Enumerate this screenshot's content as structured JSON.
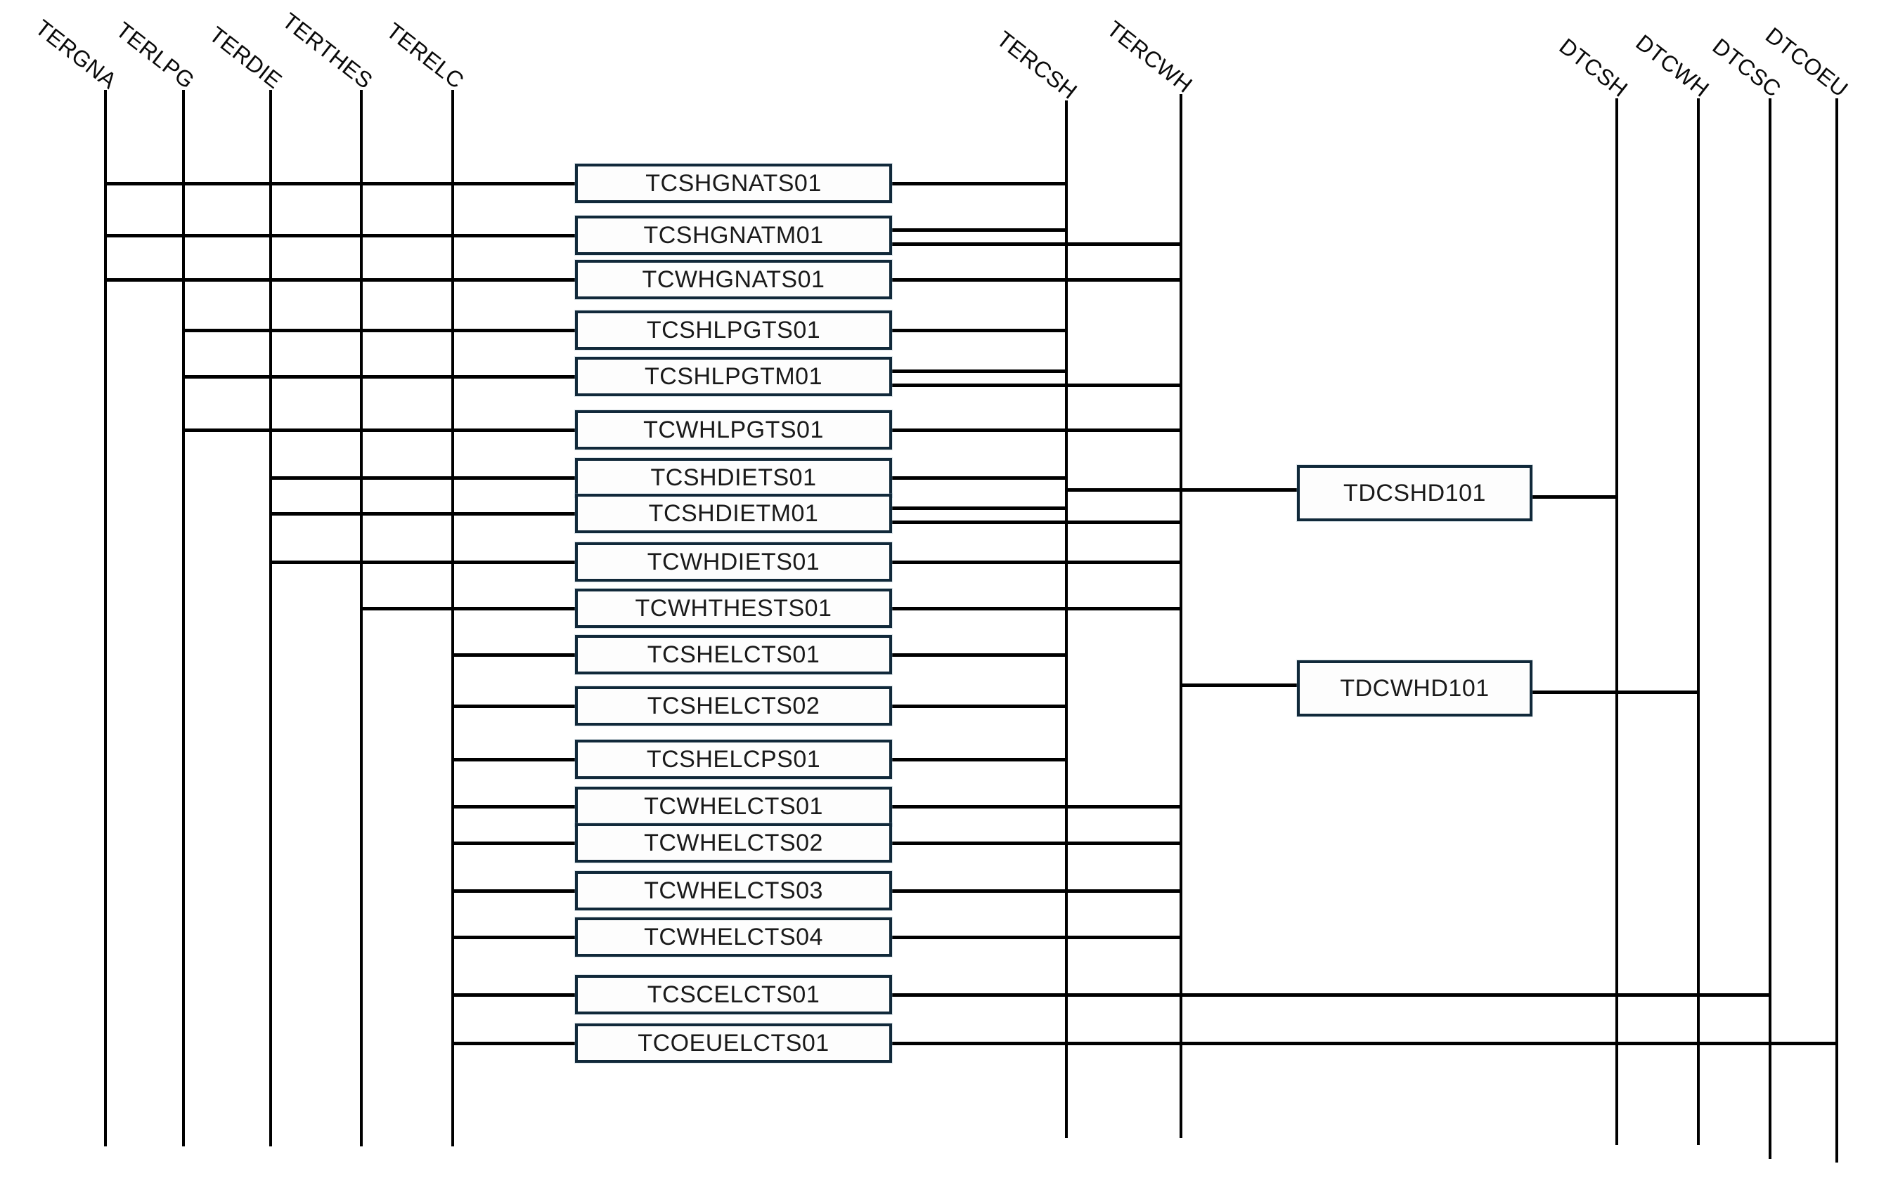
{
  "diagram": {
    "background_color": "#ffffff",
    "line_color": "#000000",
    "box_border_color": "#11293a",
    "box_fill_color": "#fdfdfd",
    "buses": [
      {
        "id": "TERGNA",
        "label": "TERGNA"
      },
      {
        "id": "TERLPG",
        "label": "TERLPG"
      },
      {
        "id": "TERDIE",
        "label": "TERDIE"
      },
      {
        "id": "TERTHES",
        "label": "TERTHES"
      },
      {
        "id": "TERELC",
        "label": "TERELC"
      },
      {
        "id": "TERCSH",
        "label": "TERCSH"
      },
      {
        "id": "TERCWH",
        "label": "TERCWH"
      },
      {
        "id": "DTCSH",
        "label": "DTCSH"
      },
      {
        "id": "DTCWH",
        "label": "DTCWH"
      },
      {
        "id": "DTCSC",
        "label": "DTCSC"
      },
      {
        "id": "DTCOEU",
        "label": "DTCOEU"
      }
    ],
    "technologies": [
      {
        "id": "TCSHGNATS01",
        "label": "TCSHGNATS01",
        "input": "TERGNA",
        "outputs": [
          "TERCSH"
        ]
      },
      {
        "id": "TCSHGNATM01",
        "label": "TCSHGNATM01",
        "input": "TERGNA",
        "outputs": [
          "TERCSH",
          "TERCWH"
        ]
      },
      {
        "id": "TCWHGNATS01",
        "label": "TCWHGNATS01",
        "input": "TERGNA",
        "outputs": [
          "TERCWH"
        ]
      },
      {
        "id": "TCSHLPGTS01",
        "label": "TCSHLPGTS01",
        "input": "TERLPG",
        "outputs": [
          "TERCSH"
        ]
      },
      {
        "id": "TCSHLPGTM01",
        "label": "TCSHLPGTM01",
        "input": "TERLPG",
        "outputs": [
          "TERCSH",
          "TERCWH"
        ]
      },
      {
        "id": "TCWHLPGTS01",
        "label": "TCWHLPGTS01",
        "input": "TERLPG",
        "outputs": [
          "TERCWH"
        ]
      },
      {
        "id": "TCSHDIETS01",
        "label": "TCSHDIETS01",
        "input": "TERDIE",
        "outputs": [
          "TERCSH"
        ]
      },
      {
        "id": "TCSHDIETM01",
        "label": "TCSHDIETM01",
        "input": "TERDIE",
        "outputs": [
          "TERCSH",
          "TERCWH"
        ]
      },
      {
        "id": "TCWHDIETS01",
        "label": "TCWHDIETS01",
        "input": "TERDIE",
        "outputs": [
          "TERCWH"
        ]
      },
      {
        "id": "TCWHTHESTS01",
        "label": "TCWHTHESTS01",
        "input": "TERTHES",
        "outputs": [
          "TERCWH"
        ]
      },
      {
        "id": "TCSHELCTS01",
        "label": "TCSHELCTS01",
        "input": "TERELC",
        "outputs": [
          "TERCSH"
        ]
      },
      {
        "id": "TCSHELCTS02",
        "label": "TCSHELCTS02",
        "input": "TERELC",
        "outputs": [
          "TERCSH"
        ]
      },
      {
        "id": "TCSHELCPS01",
        "label": "TCSHELCPS01",
        "input": "TERELC",
        "outputs": [
          "TERCSH"
        ]
      },
      {
        "id": "TCWHELCTS01",
        "label": "TCWHELCTS01",
        "input": "TERELC",
        "outputs": [
          "TERCWH"
        ]
      },
      {
        "id": "TCWHELCTS02",
        "label": "TCWHELCTS02",
        "input": "TERELC",
        "outputs": [
          "TERCWH"
        ]
      },
      {
        "id": "TCWHELCTS03",
        "label": "TCWHELCTS03",
        "input": "TERELC",
        "outputs": [
          "TERCWH"
        ]
      },
      {
        "id": "TCWHELCTS04",
        "label": "TCWHELCTS04",
        "input": "TERELC",
        "outputs": [
          "TERCWH"
        ]
      },
      {
        "id": "TCSCELCTS01",
        "label": "TCSCELCTS01",
        "input": "TERELC",
        "outputs": [
          "DTCSC"
        ]
      },
      {
        "id": "TCOEUELCTS01",
        "label": "TCOEUELCTS01",
        "input": "TERELC",
        "outputs": [
          "DTCOEU"
        ]
      }
    ],
    "district_technologies": [
      {
        "id": "TDCSHD101",
        "label": "TDCSHD101",
        "input": "TERCSH",
        "outputs": [
          "DTCSH"
        ]
      },
      {
        "id": "TDCWHD101",
        "label": "TDCWHD101",
        "input": "TERCWH",
        "outputs": [
          "DTCWH"
        ]
      }
    ]
  }
}
